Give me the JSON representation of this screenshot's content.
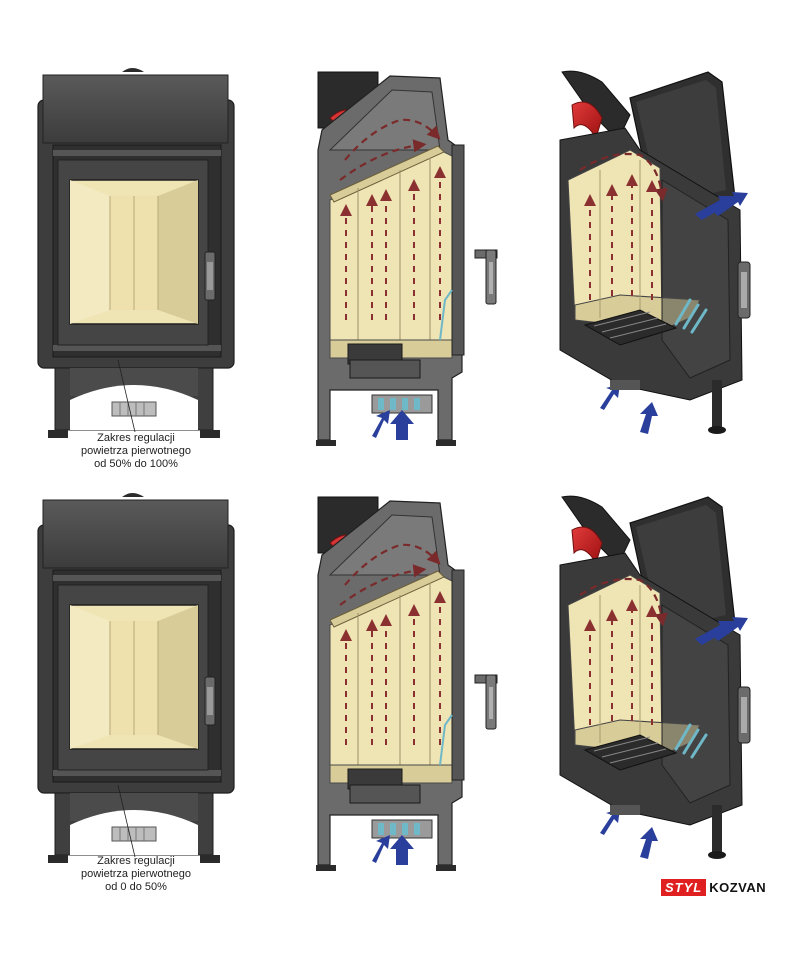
{
  "captions": {
    "top": [
      "Zakres regulacji",
      "powietrza pierwotnego",
      "od 50% do 100%"
    ],
    "bottom": [
      "Zakres regulacji",
      "powietrza pierwotnego",
      "od 0 do 50%"
    ]
  },
  "logo": {
    "part1": "STYL",
    "part2": "KOZVAN"
  },
  "colors": {
    "steel": "#4a4a4a",
    "steel_light": "#6b6b6b",
    "steel_dark": "#2b2b2b",
    "firebrick": "#efe4b4",
    "firebrick_shade": "#d8cc98",
    "smoke_arrow": "#7a2a2a",
    "hot_arrow": "#cc1f1f",
    "air_arrow": "#2a3f9c",
    "secondary_air": "#6fb8c8",
    "logo_red": "#e02020"
  },
  "icons": [
    "red-hot-air-outlet-arrow",
    "blue-inlet-arrow",
    "smoke-flow-arrow"
  ]
}
